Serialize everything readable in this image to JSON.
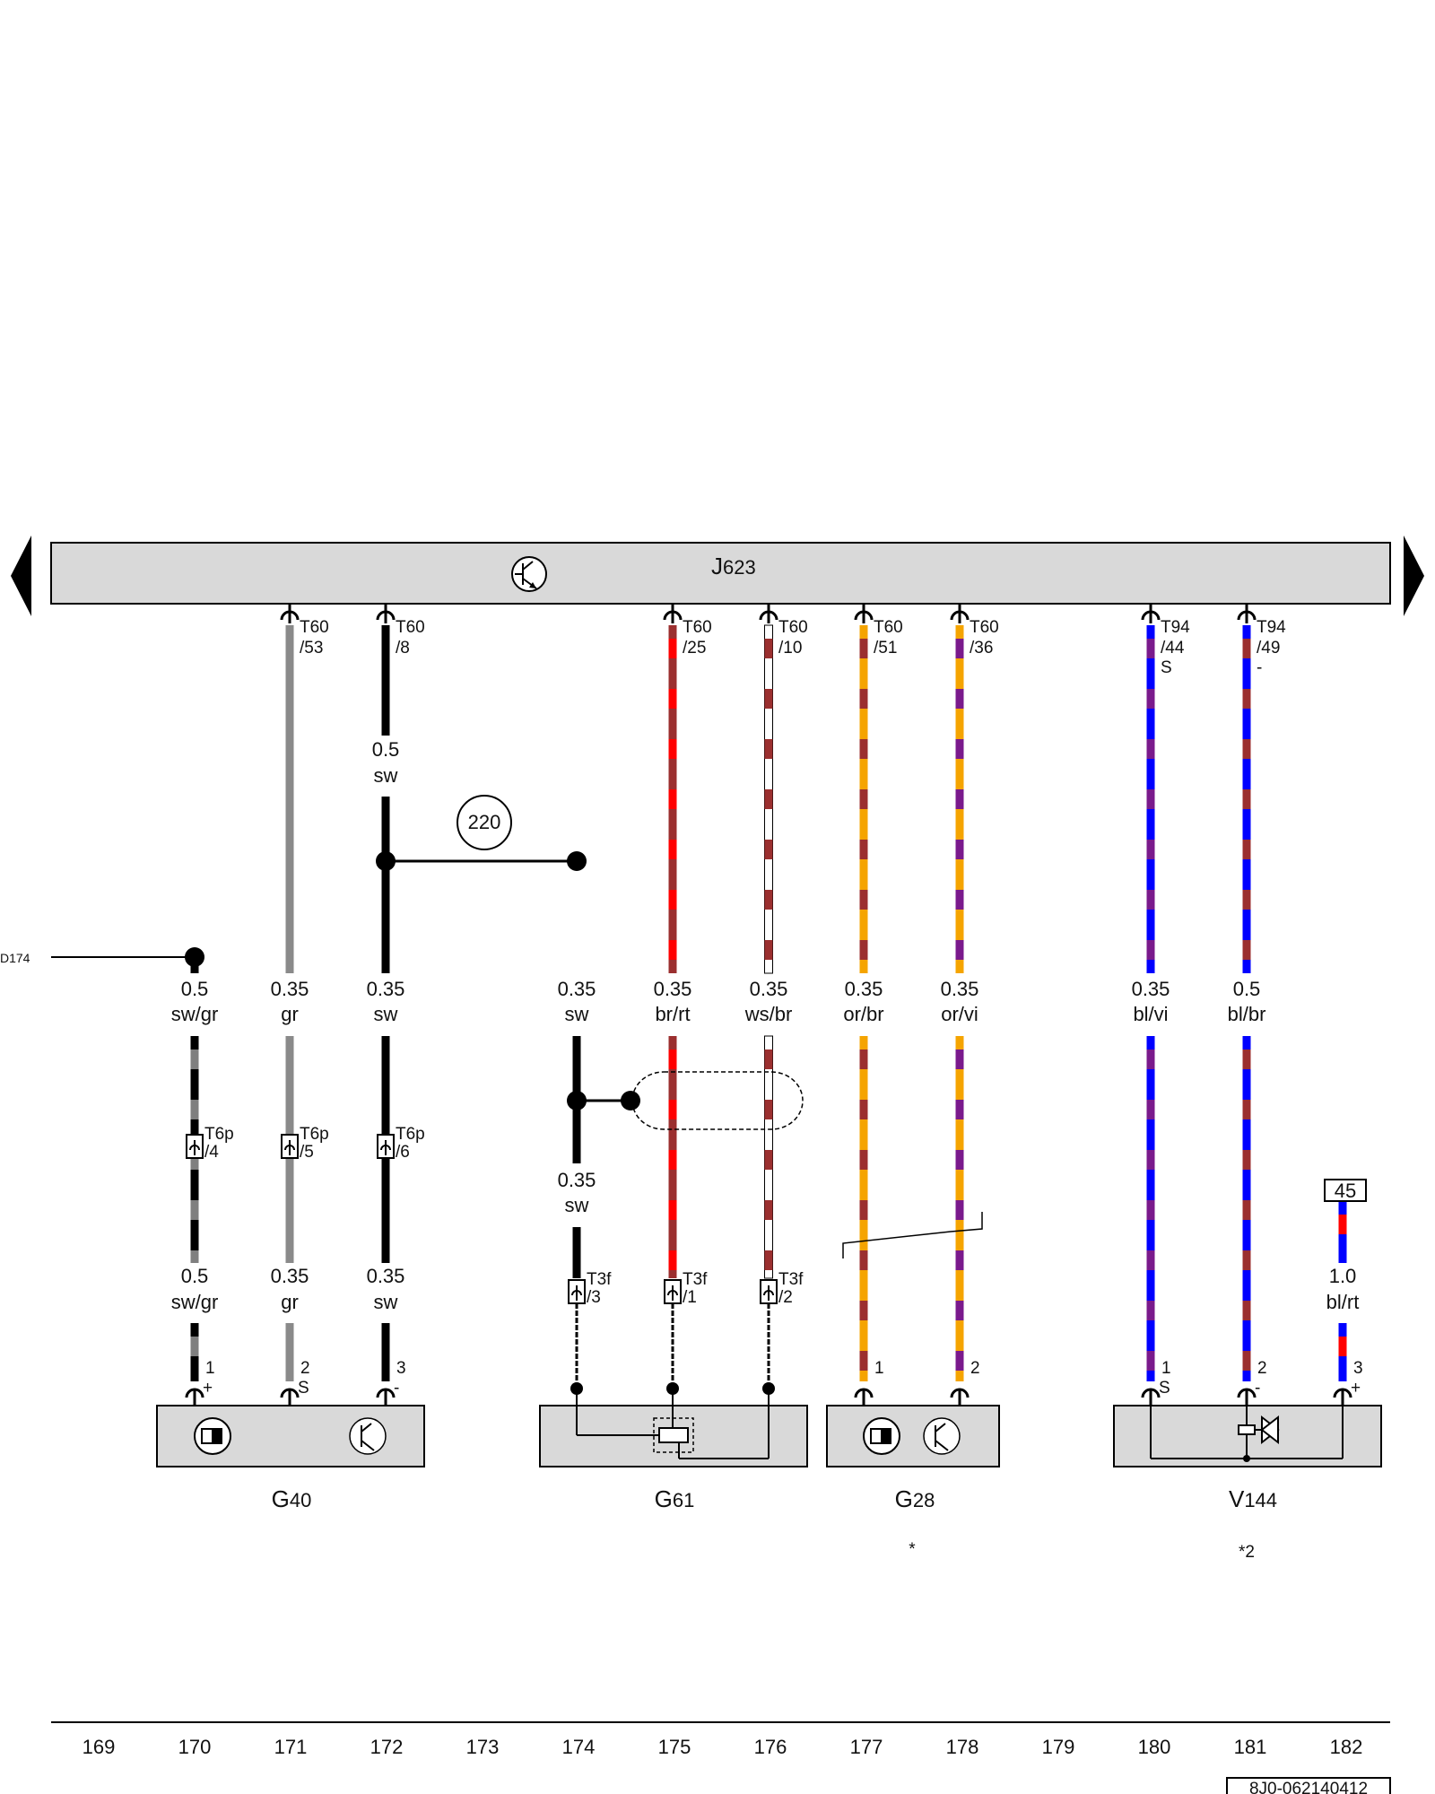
{
  "control_unit": {
    "letter": "J",
    "number": "623",
    "nav_left": "previous-page",
    "nav_right": "next-page"
  },
  "wires": [
    {
      "id": "w170",
      "col": "170",
      "connector": "",
      "pin": "",
      "section_top": "",
      "color_top": "",
      "section_mid": "0.5",
      "color_mid": "sw/gr",
      "stripe": [
        "#000000",
        "#7f7f7f"
      ],
      "inline": "T6p",
      "inline_pin": "/4",
      "section_bot": "0.5",
      "color_bot": "sw/gr",
      "comp_pin": "1",
      "comp_sign": "+"
    },
    {
      "id": "w171",
      "col": "171",
      "connector": "T60",
      "pin": "/53",
      "section_top": "",
      "color_top": "",
      "section_mid": "0.35",
      "color_mid": "gr",
      "stripe": [
        "#8a8a8a",
        "#8a8a8a"
      ],
      "inline": "T6p",
      "inline_pin": "/5",
      "section_bot": "0.35",
      "color_bot": "gr",
      "comp_pin": "2",
      "comp_sign": "S"
    },
    {
      "id": "w172",
      "col": "172",
      "connector": "T60",
      "pin": "/8",
      "section_top": "0.5",
      "color_top": "sw",
      "section_mid": "0.35",
      "color_mid": "sw",
      "stripe": [
        "#000000",
        "#000000"
      ],
      "inline": "T6p",
      "inline_pin": "/6",
      "section_bot": "0.35",
      "color_bot": "sw",
      "comp_pin": "3",
      "comp_sign": "-"
    },
    {
      "id": "w174",
      "col": "174",
      "connector": "",
      "pin": "",
      "section_top": "",
      "color_top": "",
      "section_mid": "0.35",
      "color_mid": "sw",
      "stripe": [
        "#000000",
        "#000000"
      ],
      "inline": "T3f",
      "inline_pin": "/3",
      "section_bot": "0.35",
      "color_bot": "sw",
      "comp_pin": "",
      "comp_sign": ""
    },
    {
      "id": "w175",
      "col": "175",
      "connector": "T60",
      "pin": "/25",
      "section_top": "",
      "color_top": "",
      "section_mid": "0.35",
      "color_mid": "br/rt",
      "stripe": [
        "#9b2f2f",
        "#ff0000"
      ],
      "inline": "T3f",
      "inline_pin": "/1",
      "section_bot": "",
      "color_bot": "",
      "comp_pin": "",
      "comp_sign": ""
    },
    {
      "id": "w176",
      "col": "176",
      "connector": "T60",
      "pin": "/10",
      "section_top": "",
      "color_top": "",
      "section_mid": "0.35",
      "color_mid": "ws/br",
      "stripe": [
        "#ffffff",
        "#9b2f2f"
      ],
      "inline": "T3f",
      "inline_pin": "/2",
      "section_bot": "",
      "color_bot": "",
      "comp_pin": "",
      "comp_sign": ""
    },
    {
      "id": "w177",
      "col": "177",
      "connector": "T60",
      "pin": "/51",
      "section_top": "",
      "color_top": "",
      "section_mid": "0.35",
      "color_mid": "or/br",
      "stripe": [
        "#f5a400",
        "#9b2f2f"
      ],
      "inline": "",
      "inline_pin": "",
      "section_bot": "",
      "color_bot": "",
      "comp_pin": "1",
      "comp_sign": ""
    },
    {
      "id": "w178",
      "col": "178",
      "connector": "T60",
      "pin": "/36",
      "section_top": "",
      "color_top": "",
      "section_mid": "0.35",
      "color_mid": "or/vi",
      "stripe": [
        "#f5a400",
        "#7a1a8c"
      ],
      "inline": "",
      "inline_pin": "",
      "section_bot": "",
      "color_bot": "",
      "comp_pin": "2",
      "comp_sign": ""
    },
    {
      "id": "w180",
      "col": "180",
      "connector": "T94",
      "pin": "/44",
      "pin_sign": "S",
      "section_top": "",
      "color_top": "",
      "section_mid": "0.35",
      "color_mid": "bl/vi",
      "stripe": [
        "#0000ff",
        "#7a1a8c"
      ],
      "inline": "",
      "inline_pin": "",
      "section_bot": "",
      "color_bot": "",
      "comp_pin": "1",
      "comp_sign": "S"
    },
    {
      "id": "w181",
      "col": "181",
      "connector": "T94",
      "pin": "/49",
      "pin_sign": "-",
      "section_top": "",
      "color_top": "",
      "section_mid": "0.5",
      "color_mid": "bl/br",
      "stripe": [
        "#0000ff",
        "#9b2f2f"
      ],
      "inline": "",
      "inline_pin": "",
      "section_bot": "",
      "color_bot": "",
      "comp_pin": "2",
      "comp_sign": "-"
    },
    {
      "id": "w182",
      "col": "182",
      "connector": "",
      "pin": "",
      "section_top": "",
      "color_top": "",
      "section_mid": "",
      "color_mid": "",
      "stripe": [
        "#0000ff",
        "#ff0000"
      ],
      "inline": "",
      "inline_pin": "",
      "section_bot": "1.0",
      "color_bot": "bl/rt",
      "comp_pin": "3",
      "comp_sign": "+"
    }
  ],
  "ground_ref": "D174",
  "junction_ref": "220",
  "terminal_ref": "45",
  "components": [
    {
      "id": "G40",
      "letter": "G",
      "number": "40",
      "note": ""
    },
    {
      "id": "G61",
      "letter": "G",
      "number": "61",
      "note": ""
    },
    {
      "id": "G28",
      "letter": "G",
      "number": "28",
      "note": "*"
    },
    {
      "id": "V144",
      "letter": "V",
      "number": "144",
      "note": "*2"
    }
  ],
  "ruler": [
    "169",
    "170",
    "171",
    "172",
    "173",
    "174",
    "175",
    "176",
    "177",
    "178",
    "179",
    "180",
    "181",
    "182"
  ],
  "doc_number": "8J0-062140412",
  "colors": {
    "housing_fill": "#d9d9d9",
    "housing_stroke": "#000000"
  }
}
